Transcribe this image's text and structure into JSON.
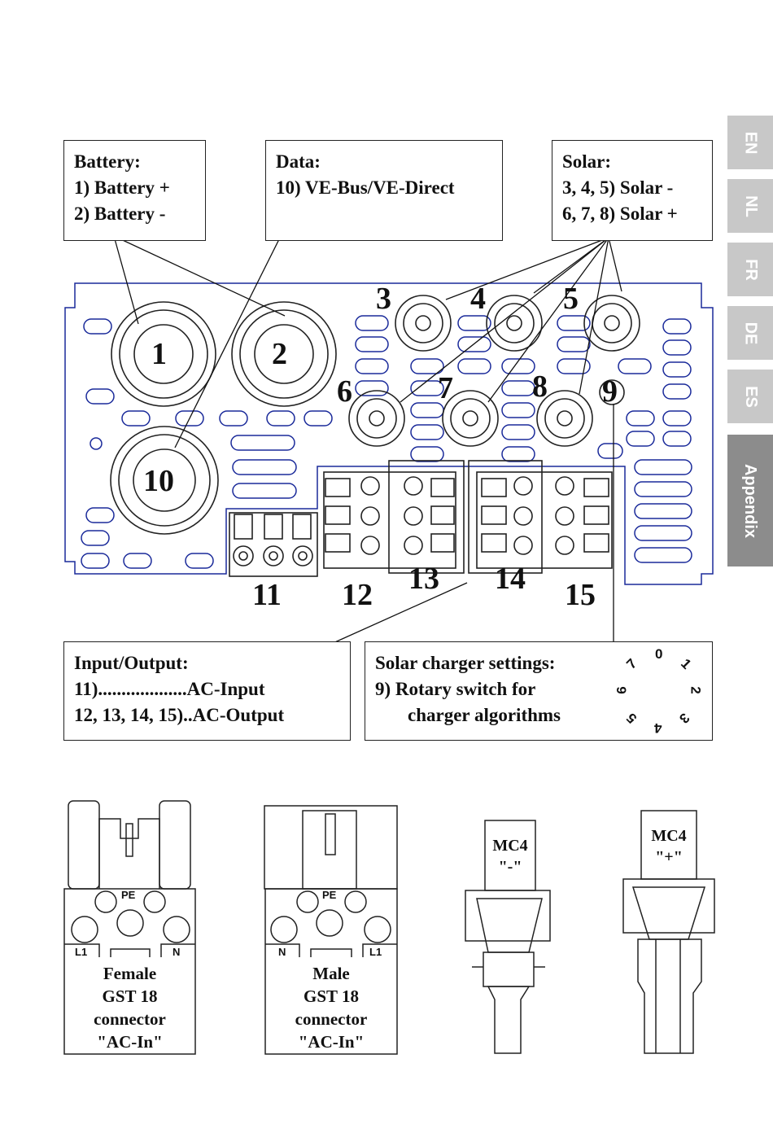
{
  "tabs": [
    {
      "label": "EN"
    },
    {
      "label": "NL"
    },
    {
      "label": "FR"
    },
    {
      "label": "DE"
    },
    {
      "label": "ES"
    },
    {
      "label": "Appendix"
    }
  ],
  "battery_box": {
    "title": "Battery:",
    "line1": "1)  Battery +",
    "line2": "2)  Battery -"
  },
  "data_box": {
    "title": "Data:",
    "line1": "10) VE-Bus/VE-Direct"
  },
  "solar_box": {
    "title": "Solar:",
    "line1": "3, 4, 5) Solar -",
    "line2": "6, 7, 8) Solar +"
  },
  "io_box": {
    "title": "Input/Output:",
    "line1": "11)...................AC-Input",
    "line2": "12, 13, 14, 15)..AC-Output"
  },
  "charger_box": {
    "title": "Solar charger settings:",
    "line1": "9)  Rotary switch for",
    "line2": "charger algorithms"
  },
  "rotary_labels": [
    "0",
    "1",
    "2",
    "3",
    "4",
    "5",
    "6",
    "7"
  ],
  "numbers": {
    "n1": "1",
    "n2": "2",
    "n3": "3",
    "n4": "4",
    "n5": "5",
    "n6": "6",
    "n7": "7",
    "n8": "8",
    "n9": "9",
    "n10": "10",
    "n11": "11",
    "n12": "12",
    "n13": "13",
    "n14": "14",
    "n15": "15"
  },
  "connectors": {
    "female": {
      "pe": "PE",
      "l1": "L1",
      "n": "N",
      "caption": [
        "Female",
        "GST 18",
        "connector",
        "\"AC-In\""
      ]
    },
    "male": {
      "pe": "PE",
      "l1": "L1",
      "n": "N",
      "caption": [
        "Male",
        "GST 18",
        "connector",
        "\"AC-In\""
      ]
    },
    "mc4_minus": {
      "line1": "MC4",
      "line2": "\"-\""
    },
    "mc4_plus": {
      "line1": "MC4",
      "line2": "\"+\""
    }
  }
}
